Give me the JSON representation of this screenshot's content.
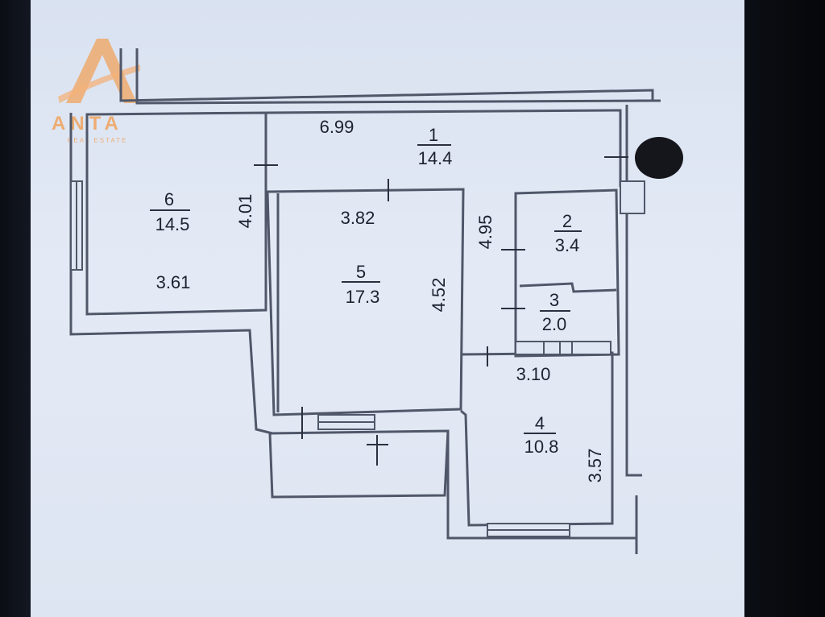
{
  "logo": {
    "name": "ANTA",
    "subtitle": "REAL ESTATE"
  },
  "rooms": [
    {
      "number": "1",
      "area": "14.4"
    },
    {
      "number": "2",
      "area": "3.4"
    },
    {
      "number": "3",
      "area": "2.0"
    },
    {
      "number": "4",
      "area": "10.8"
    },
    {
      "number": "5",
      "area": "17.3"
    },
    {
      "number": "6",
      "area": "14.5"
    }
  ],
  "dimensions": {
    "room1_length": "6.99",
    "room6_height": "4.01",
    "room6_width": "3.61",
    "room5_width": "3.82",
    "room5_height": "4.52",
    "room2_height": "4.95",
    "room4_width": "3.10",
    "room4_height": "3.57"
  },
  "colors": {
    "wall": "#5d6577",
    "line": "#2a3040",
    "logo": "#f0a35c"
  }
}
